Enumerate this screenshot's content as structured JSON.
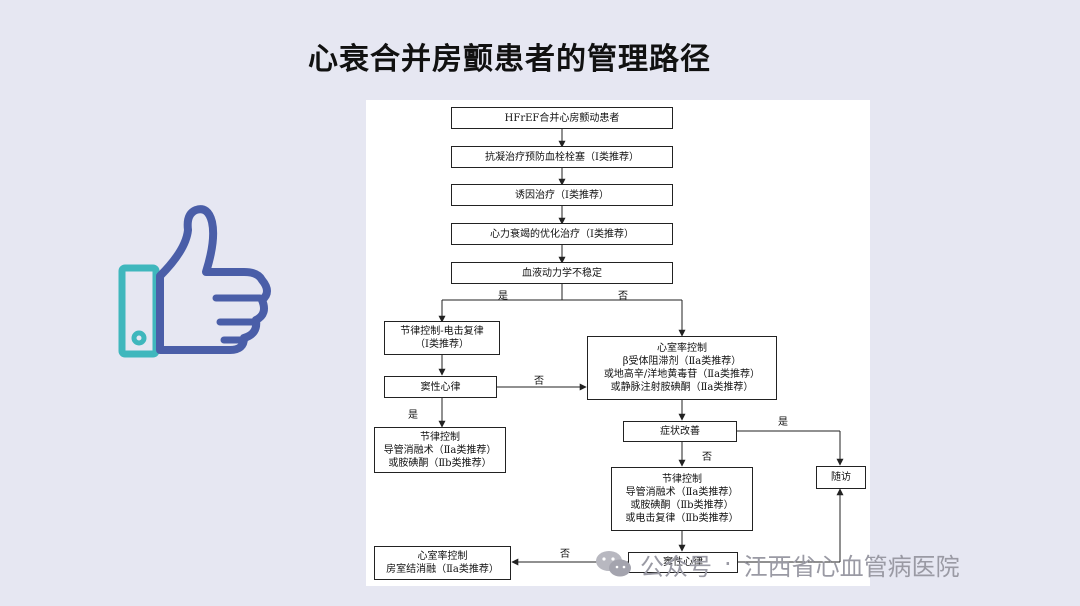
{
  "slide": {
    "title": "心衰合并房颤患者的管理路径",
    "thumb_icon": "thumbs-up-icon",
    "colors": {
      "thumb_blue": "#4a5ea8",
      "thumb_cuff": "#3fb7bd",
      "background": "#e6e7f2"
    }
  },
  "flowchart": {
    "n1": "HFrEF合并心房颤动患者",
    "n2": "抗凝治疗预防血栓栓塞（Ⅰ类推荐）",
    "n3": "诱因治疗（Ⅰ类推荐）",
    "n4": "心力衰竭的优化治疗（Ⅰ类推荐）",
    "n5": "血液动力学不稳定",
    "yes1": "是",
    "no1": "否",
    "rhythm1": {
      "l1": "节律控制-电击复律",
      "l2": "（Ⅰ类推荐）"
    },
    "sinus1": "窦性心律",
    "no2": "否",
    "yes2": "是",
    "rhythm2": {
      "l1": "节律控制",
      "l2": "导管消融术（Ⅱa类推荐）",
      "l3": "或胺碘酮（Ⅱb类推荐）"
    },
    "rate1": {
      "l1": "心室率控制",
      "l2": "β受体阻滞剂（Ⅱa类推荐）",
      "l3": "或地高辛/洋地黄毒苷（Ⅱa类推荐）",
      "l4": "或静脉注射胺碘酮（Ⅱa类推荐）"
    },
    "symptom": "症状改善",
    "yes3": "是",
    "no3": "否",
    "followup": "随访",
    "rhythm3": {
      "l1": "节律控制",
      "l2": "导管消融术（Ⅱa类推荐）",
      "l3": "或胺碘酮（Ⅱb类推荐）",
      "l4": "或电击复律（Ⅱb类推荐）"
    },
    "sinus2": "窦性心律",
    "no4": "否",
    "rate2": {
      "l1": "心室率控制",
      "l2": "房室结消融（Ⅱa类推荐）"
    }
  },
  "watermark": {
    "brand": "公众号",
    "separator": "·",
    "account": "江西省心血管病医院",
    "icon": "wechat-icon"
  }
}
